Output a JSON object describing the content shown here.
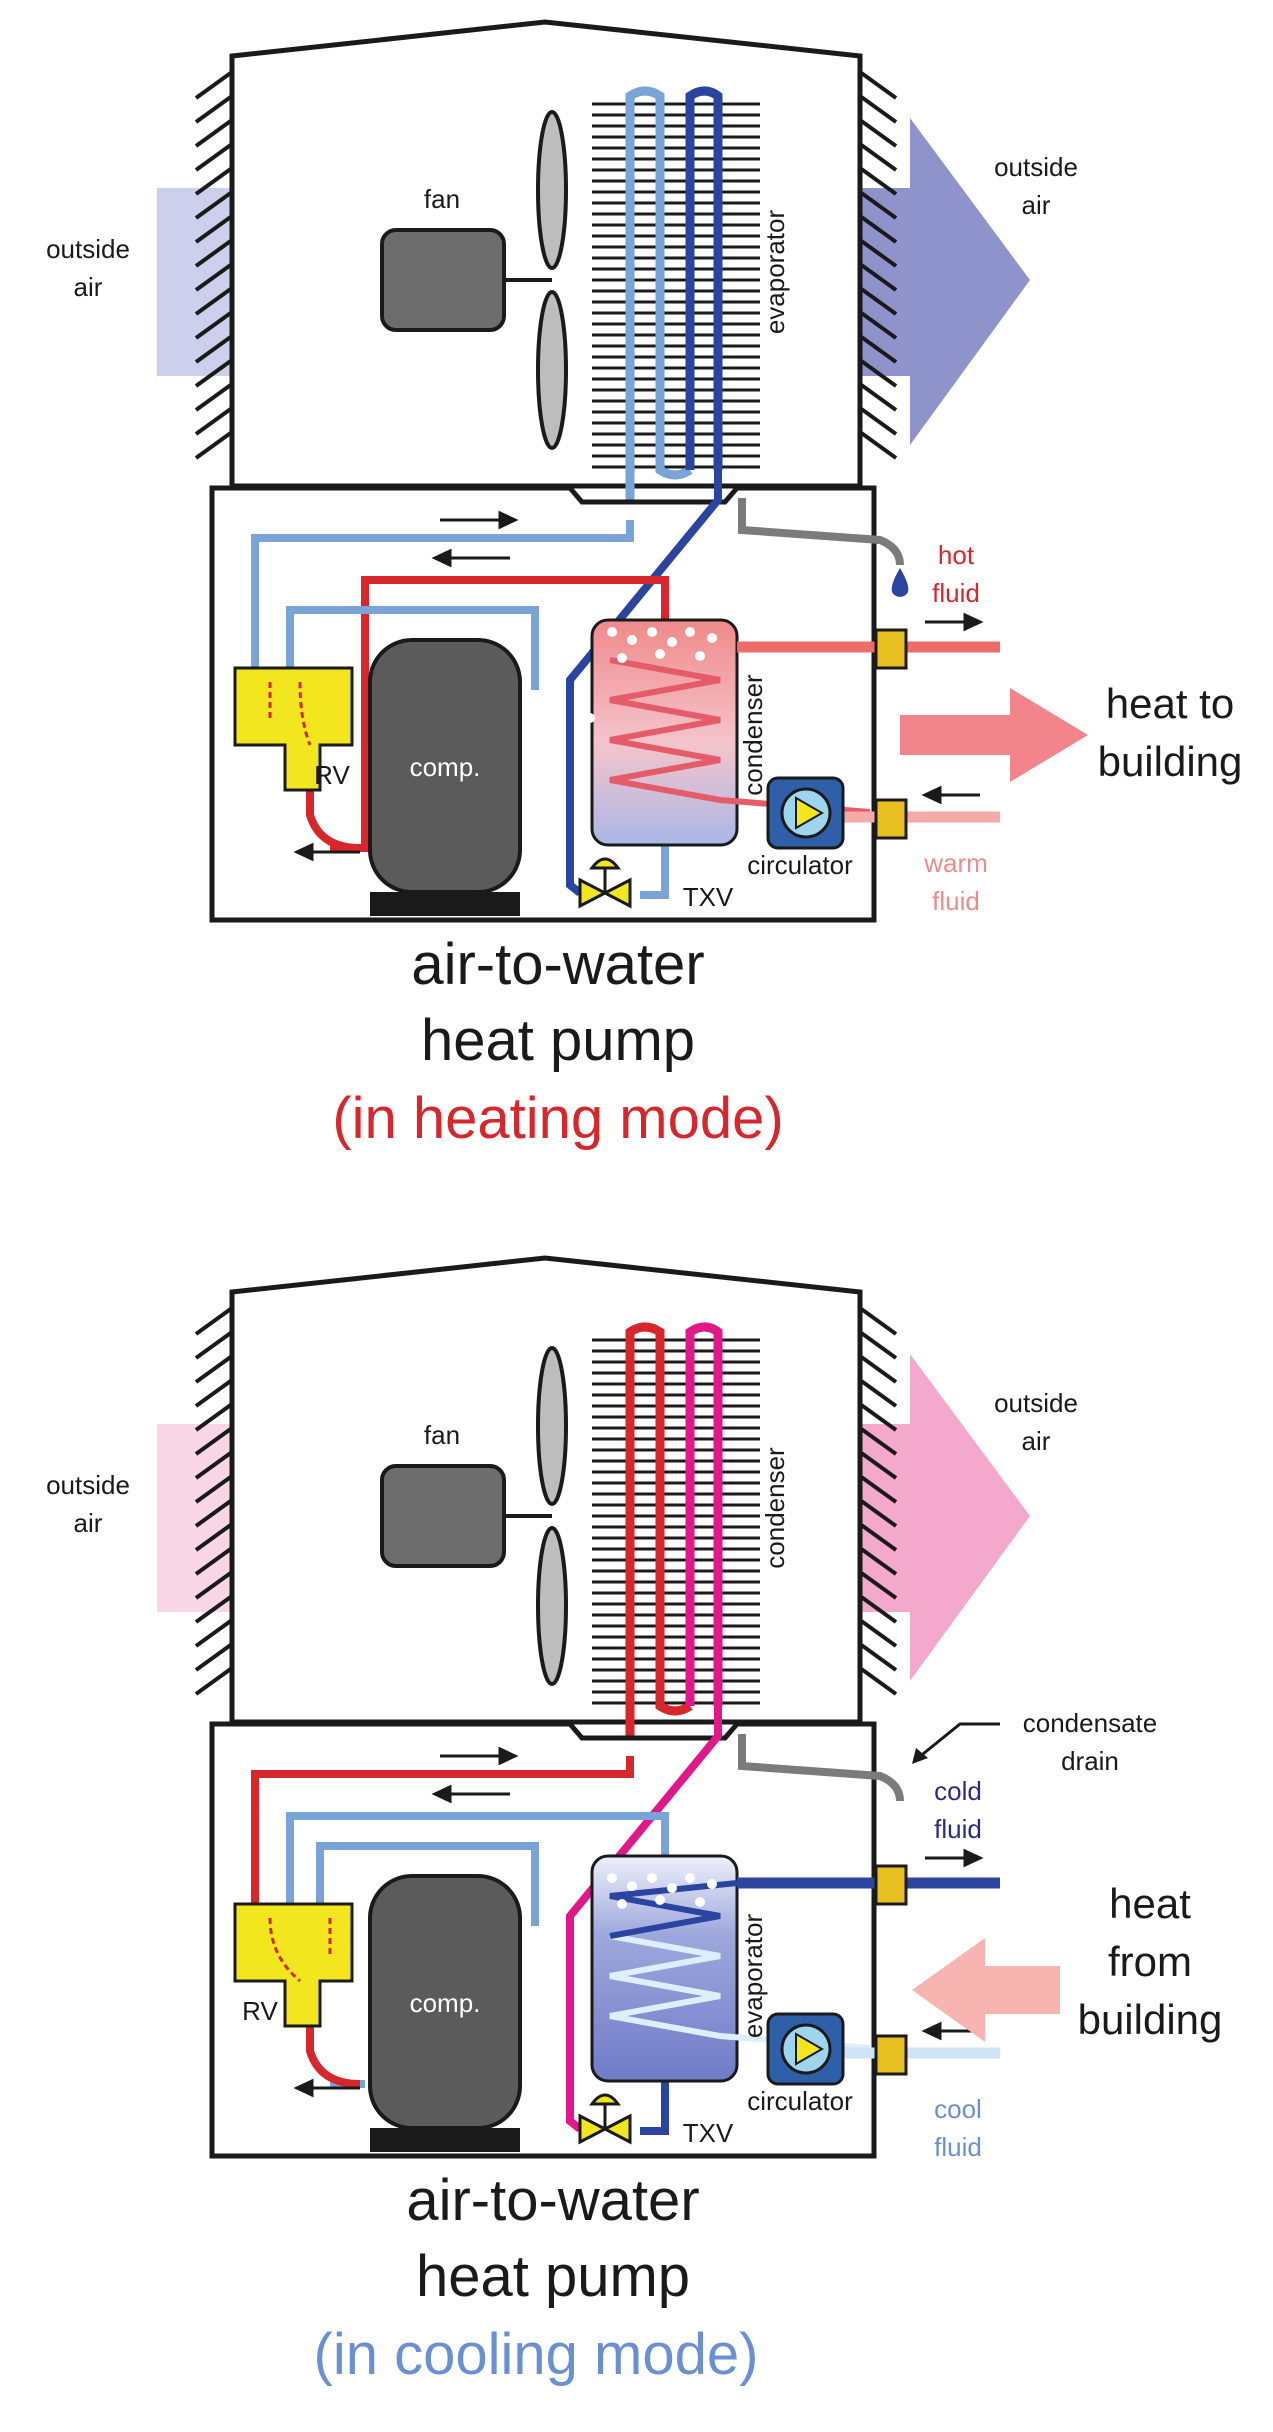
{
  "colors": {
    "hot_red": "#d7262c",
    "warm_pink": "#ee8c8c",
    "light_blue": "#7aa3d8",
    "dark_blue": "#2b44a0",
    "magenta": "#e0188a",
    "cool_light": "#cfe4f7",
    "heating_caption": "#d7262c",
    "cooling_caption": "#6b8fd3",
    "yellow": "#f2e61f",
    "compressor": "#5b5b5b"
  },
  "heating": {
    "outside_air_in": "outside\nair",
    "outside_air_out": "outside\nair",
    "fan_label": "fan",
    "coil_label": "evaporator",
    "tank_label": "condenser",
    "rv_label": "RV",
    "compressor_label": "comp.",
    "circulator_label": "circulator",
    "txv_label": "TXV",
    "supply_fluid": "hot\nfluid",
    "return_fluid": "warm\nfluid",
    "heat_flow": "heat to\nbuilding",
    "title_line1": "air-to-water",
    "title_line2": "heat pump",
    "mode": "(in heating mode)"
  },
  "cooling": {
    "outside_air_in": "outside\nair",
    "outside_air_out": "outside\nair",
    "fan_label": "fan",
    "coil_label": "condenser",
    "tank_label": "evaporator",
    "rv_label": "RV",
    "compressor_label": "comp.",
    "circulator_label": "circulator",
    "txv_label": "TXV",
    "drain_label": "condensate\ndrain",
    "supply_fluid": "cold\nfluid",
    "return_fluid": "cool\nfluid",
    "heat_flow": "heat\nfrom\nbuilding",
    "title_line1": "air-to-water",
    "title_line2": "heat pump",
    "mode": "(in cooling mode)"
  }
}
